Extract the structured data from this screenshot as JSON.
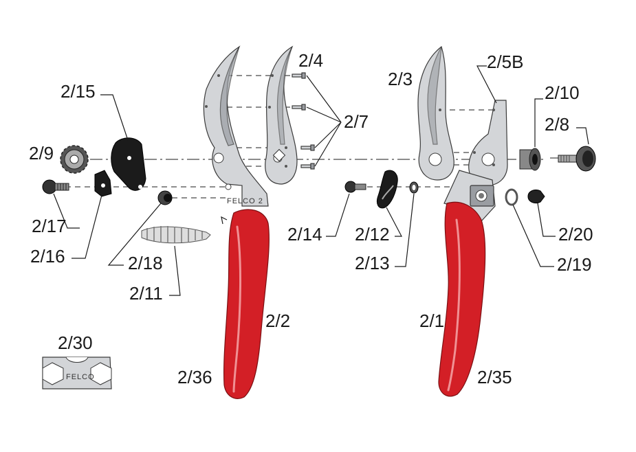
{
  "labels": {
    "p2_4": "2/4",
    "p2_5B": "2/5B",
    "p2_3": "2/3",
    "p2_15": "2/15",
    "p2_10": "2/10",
    "p2_7": "2/7",
    "p2_8": "2/8",
    "p2_9": "2/9",
    "p2_17": "2/17",
    "p2_16": "2/16",
    "p2_18": "2/18",
    "p2_11": "2/11",
    "p2_14": "2/14",
    "p2_12": "2/12",
    "p2_13": "2/13",
    "p2_20": "2/20",
    "p2_19": "2/19",
    "p2_2": "2/2",
    "p2_1": "2/1",
    "p2_30": "2/30",
    "p2_36": "2/36",
    "p2_35": "2/35"
  },
  "stamps": {
    "wrench_brand": "FELCO",
    "handle_stamp": "FELCO 2"
  },
  "colors": {
    "handle_red": "#d31f26",
    "metal": "#d3d5d8",
    "black_parts": "#1b1b1b"
  }
}
